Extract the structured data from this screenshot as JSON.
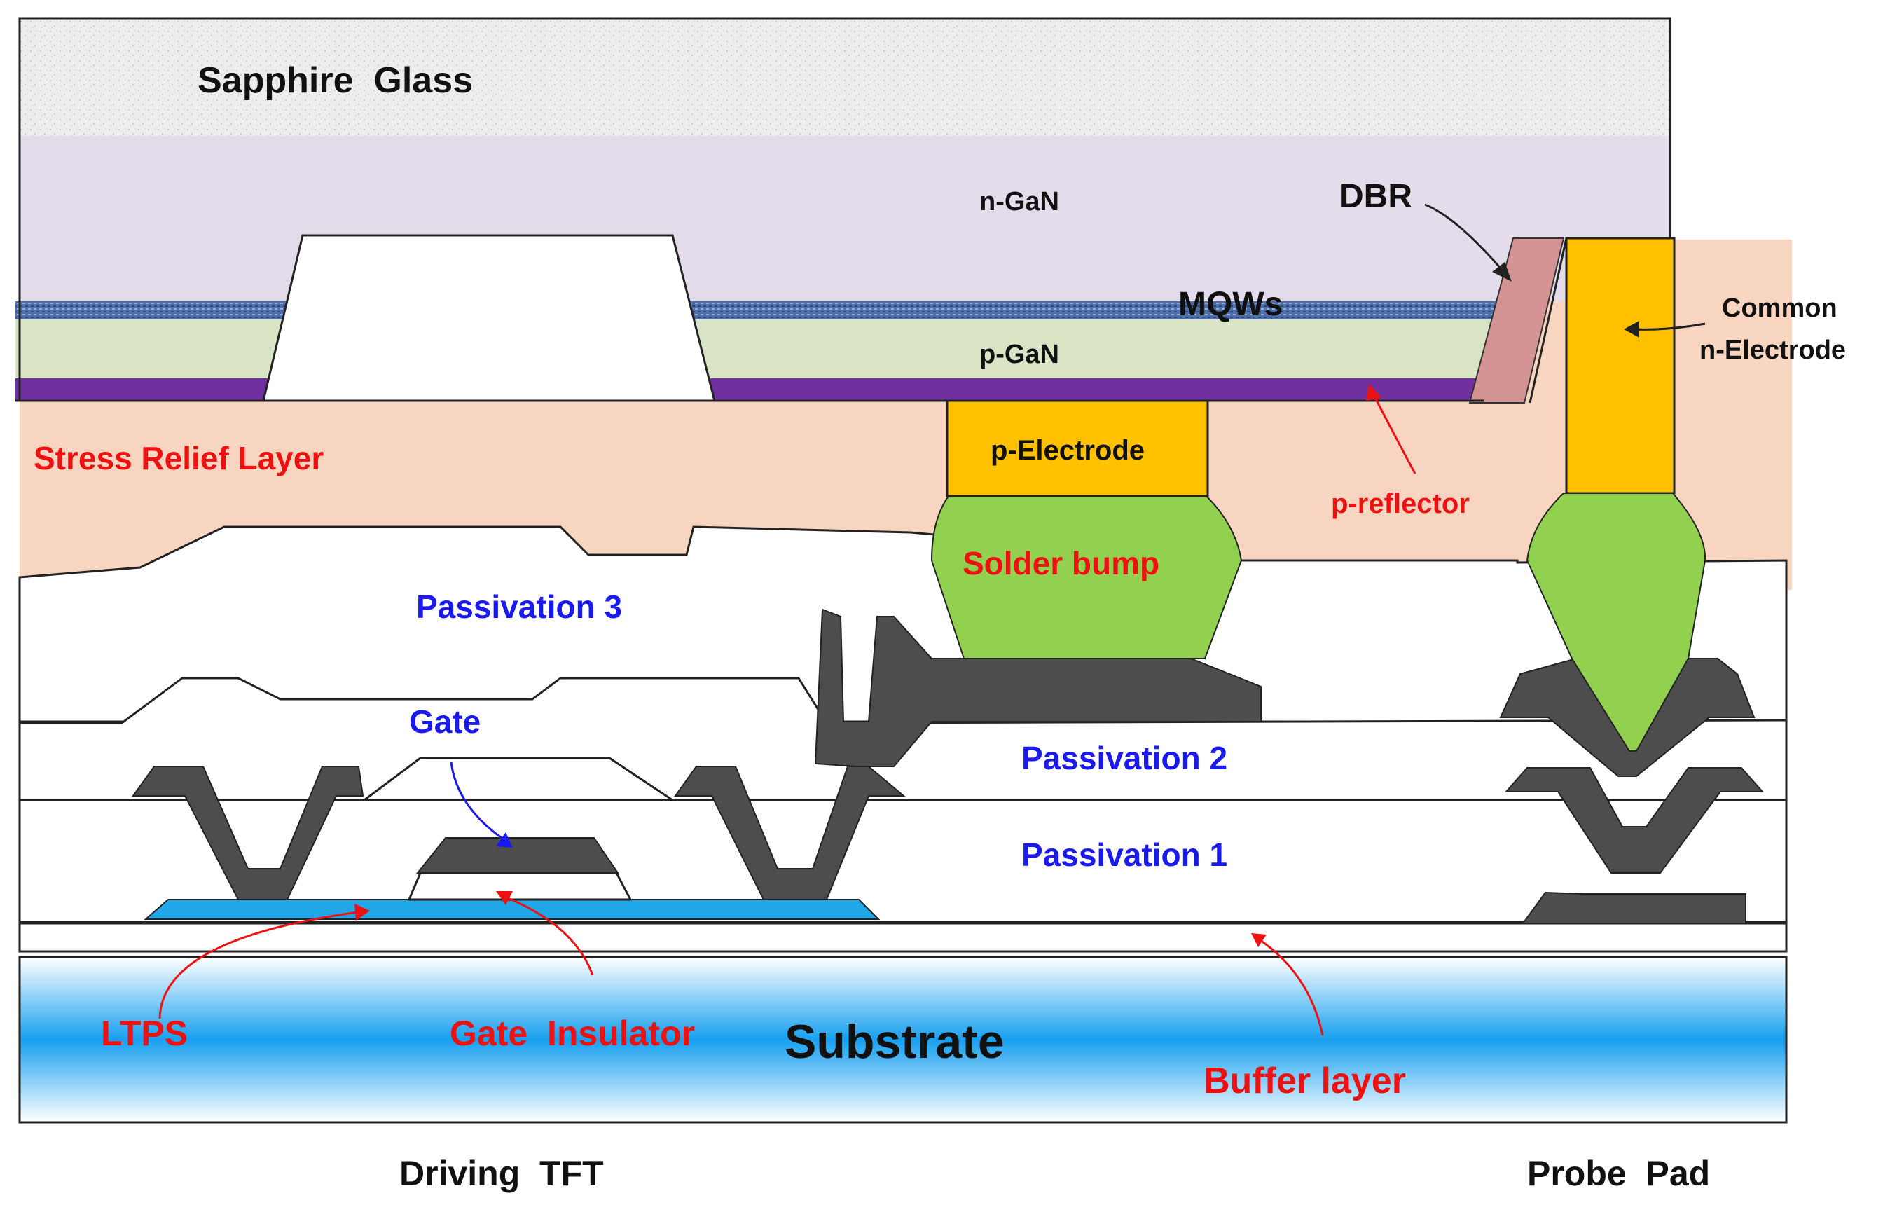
{
  "colors": {
    "sapphire": "#ededed",
    "ngan": "#e4dcea",
    "mqw": "#4f6fa6",
    "pgan": "#d8e4c4",
    "reflector": "#7030a0",
    "stress": "#f8d5c0",
    "electrode": "#ffc000",
    "solder": "#92d050",
    "metal": "#4d4d4d",
    "dbr": "#d49494",
    "ltps": "#20a7e8",
    "substrate_blue": "#18a0f0",
    "text_black": "#111111",
    "text_red": "#ee1111",
    "text_blue": "#1a1aee"
  },
  "labels": {
    "sapphire": "Sapphire  Glass",
    "ngan": "n-GaN",
    "dbr": "DBR",
    "mqws": "MQWs",
    "pgan": "p-GaN",
    "common_line1": "Common",
    "common_line2": "n-Electrode",
    "stress": "Stress Relief Layer",
    "pelectrode": "p-Electrode",
    "preflector": "p-reflector",
    "solder": "Solder bump",
    "pass3": "Passivation 3",
    "gate": "Gate",
    "pass2": "Passivation 2",
    "pass1": "Passivation 1",
    "ltps": "LTPS",
    "gate_insulator": "Gate  Insulator",
    "substrate": "Substrate",
    "buffer": "Buffer layer",
    "driving_tft": "Driving  TFT",
    "probe_pad": "Probe  Pad"
  }
}
